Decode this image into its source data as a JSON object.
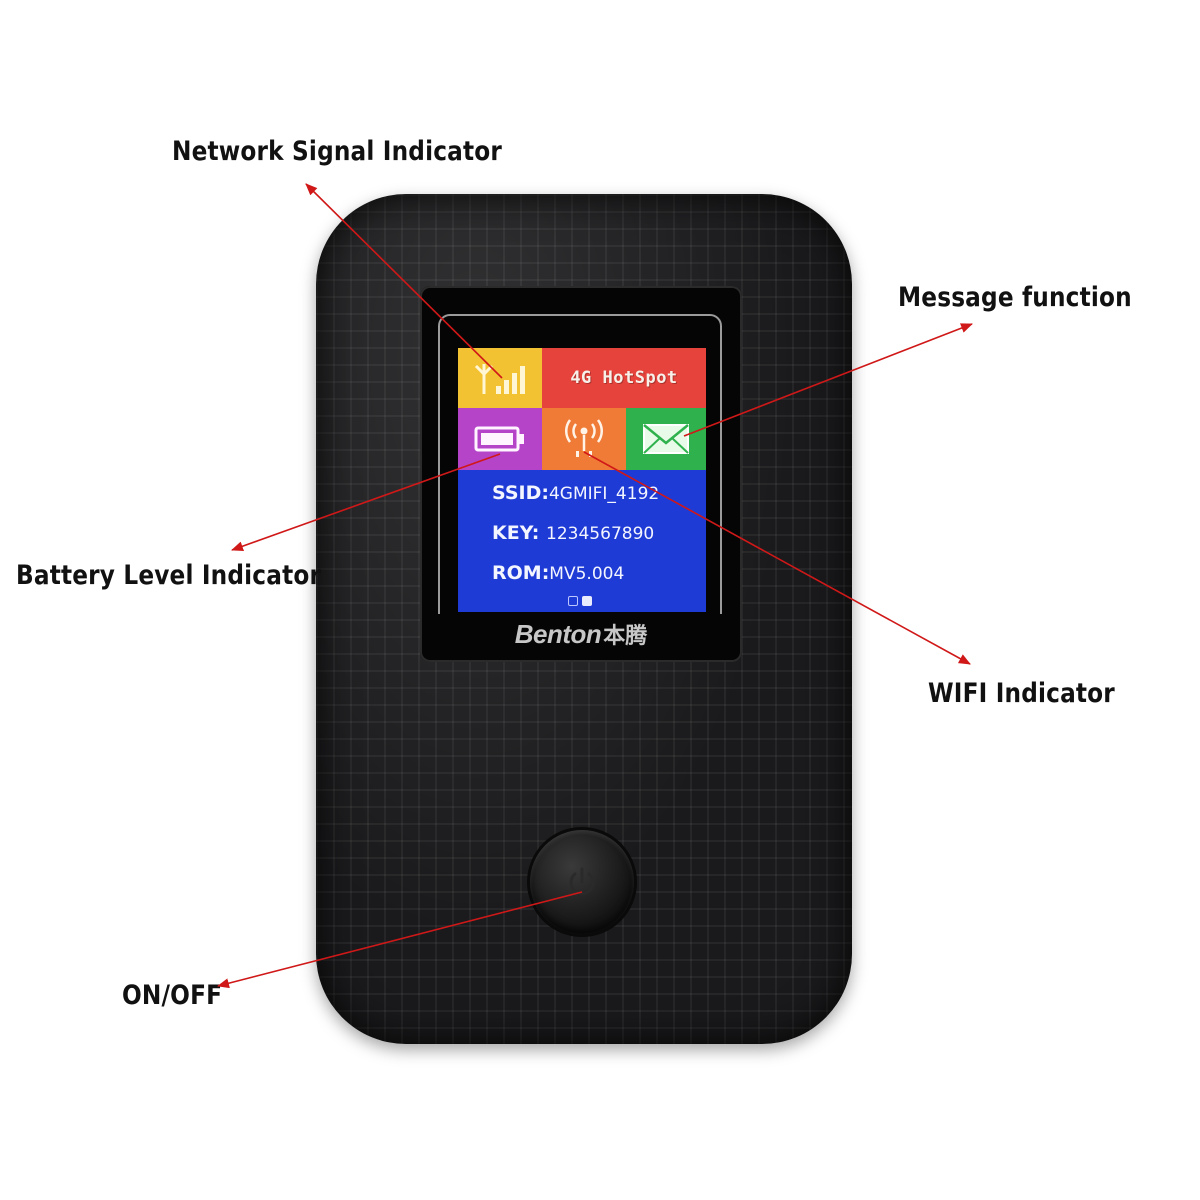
{
  "callouts": {
    "network_signal": "Network Signal Indicator",
    "message_function": "Message function",
    "battery_level": "Battery Level Indicator",
    "wifi": "WIFI Indicator",
    "on_off": "ON/OFF"
  },
  "screen": {
    "hotspot_label": "4G HotSpot",
    "ssid_label": "SSID:",
    "ssid_value": "4GMIFI_4192",
    "key_label": "KEY:",
    "key_value": "1234567890",
    "rom_label": "ROM:",
    "rom_value": "MV5.004",
    "page_index": 2,
    "page_count": 2
  },
  "brand": {
    "name": "Benton",
    "name_cn": "本腾"
  },
  "icons": {
    "signal": "signal-bars-icon",
    "battery": "battery-icon",
    "wifi": "wifi-icon",
    "message": "envelope-icon",
    "power": "power-icon"
  },
  "colors": {
    "arrow": "#d01818",
    "screen_bg": "#1f3bd6",
    "tile_signal": "#f2c232",
    "tile_hotspot": "#e5433c",
    "tile_battery": "#b544c9",
    "tile_wifi": "#f07b36",
    "tile_message": "#2fb24d",
    "device_body": "#1a1a1c"
  }
}
